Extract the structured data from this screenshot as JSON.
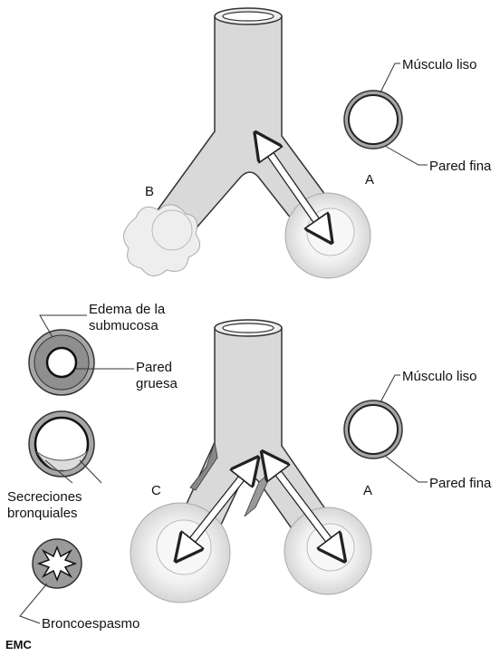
{
  "top_panel": {
    "letter_a": "A",
    "letter_b": "B",
    "normal_bronchus": {
      "muscle_label": "Músculo liso",
      "wall_label": "Pared fina"
    }
  },
  "bottom_panel": {
    "letter_a": "A",
    "letter_c": "C",
    "normal_bronchus": {
      "muscle_label": "Músculo liso",
      "wall_label": "Pared fina"
    },
    "asthmatic_bronchus": {
      "edema_label_line1": "Edema de la",
      "edema_label_line2": "submucosa",
      "thick_wall_label_line1": "Pared",
      "thick_wall_label_line2": "gruesa",
      "secretions_label_line1": "Secreciones",
      "secretions_label_line2": "bronquiales",
      "bronchospasm_label": "Broncoespasmo"
    }
  },
  "brand_logo_text": "EMC",
  "colors": {
    "airway_fill": "#dcdcdc",
    "outline": "#333333",
    "alveolus_fill": "#eeeeee",
    "edema_fill": "#9a9a9a",
    "muscle_ring": "#a6a6a6",
    "hyperinflation": "#888888"
  }
}
